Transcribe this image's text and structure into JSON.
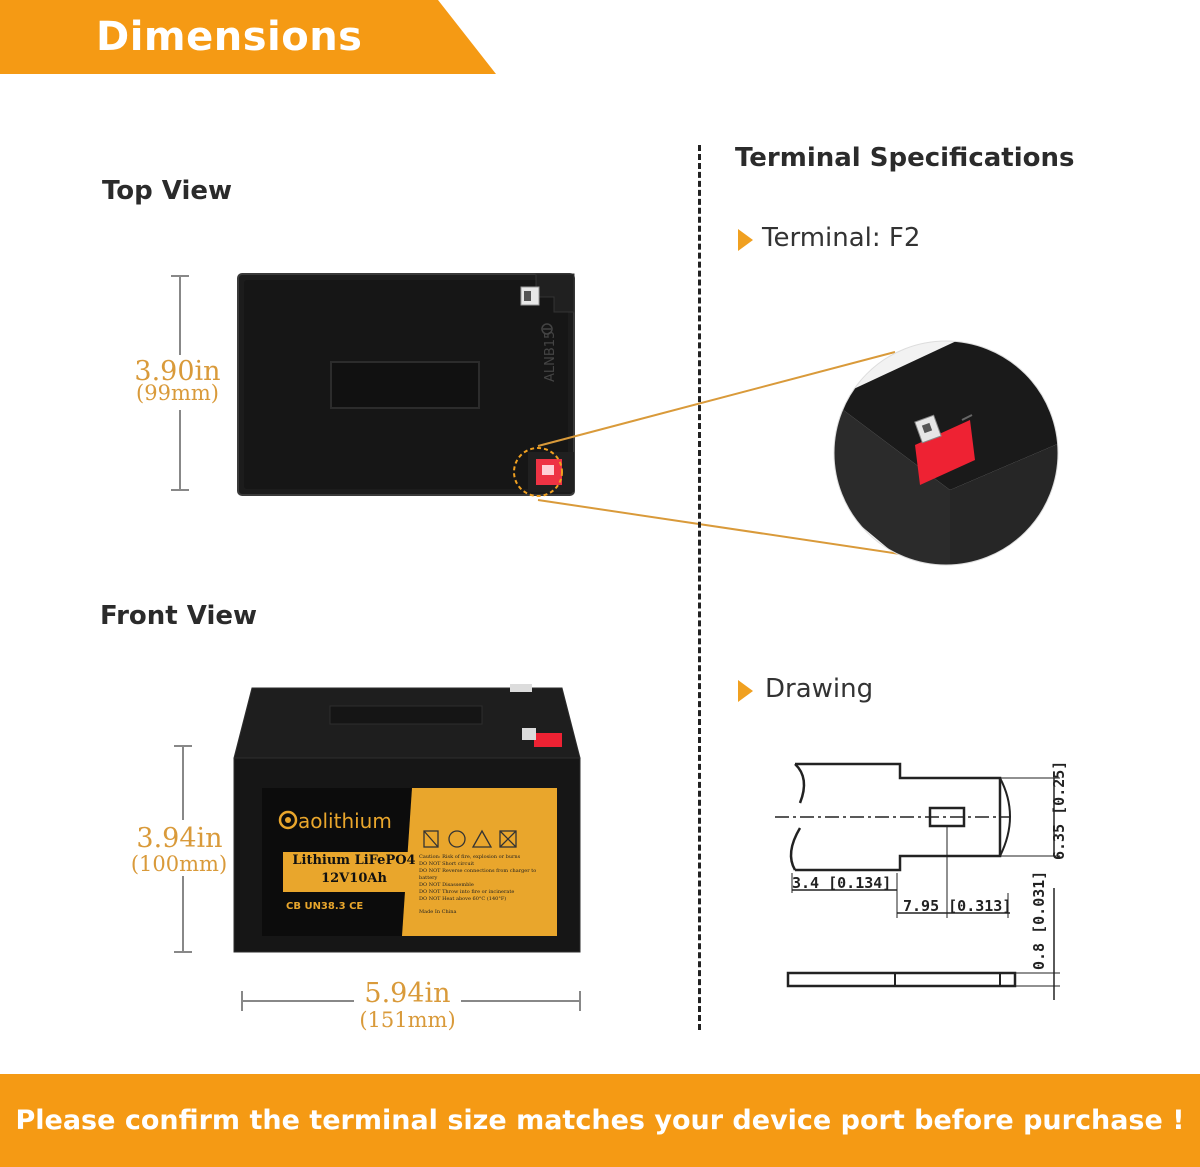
{
  "banner": {
    "title": "Dimensions"
  },
  "top_view": {
    "title": "Top View",
    "height_in": "3.90in",
    "height_mm": "(99mm)",
    "case_marking": "ALNB15"
  },
  "front_view": {
    "title": "Front View",
    "height_in": "3.94in",
    "height_mm": "(100mm)",
    "width_in": "5.94in",
    "width_mm": "(151mm)"
  },
  "label": {
    "brand": "aolithium",
    "model_line1": "Lithium LiFePO4",
    "model_line2": "12V10Ah",
    "certs": "CB UN38.3 CE",
    "warnings": [
      "Caution: Risk of fire, explosion or burns",
      "DO NOT Short circuit",
      "DO NOT Reverse connections from charger to battery",
      "DO NOT Disassemble",
      "DO NOT Throw into fire or incinerate",
      "DO NOT Heat above 60°C (140°F)",
      "Made In China"
    ]
  },
  "terminal": {
    "title": "Terminal Specifications",
    "terminal_label": "Terminal: F2",
    "drawing_label": "Drawing",
    "dims": {
      "height": "6.35 [0.25]",
      "offset": "3.4 [0.134]",
      "hole": "7.95 [0.313]",
      "thickness": "0.8 [0.031]"
    }
  },
  "footer": {
    "text": "Please confirm the terminal size matches your device port before purchase !"
  },
  "colors": {
    "accent": "#f59a14",
    "dimension": "#d99a3a",
    "label_yellow": "#e9a62c"
  }
}
